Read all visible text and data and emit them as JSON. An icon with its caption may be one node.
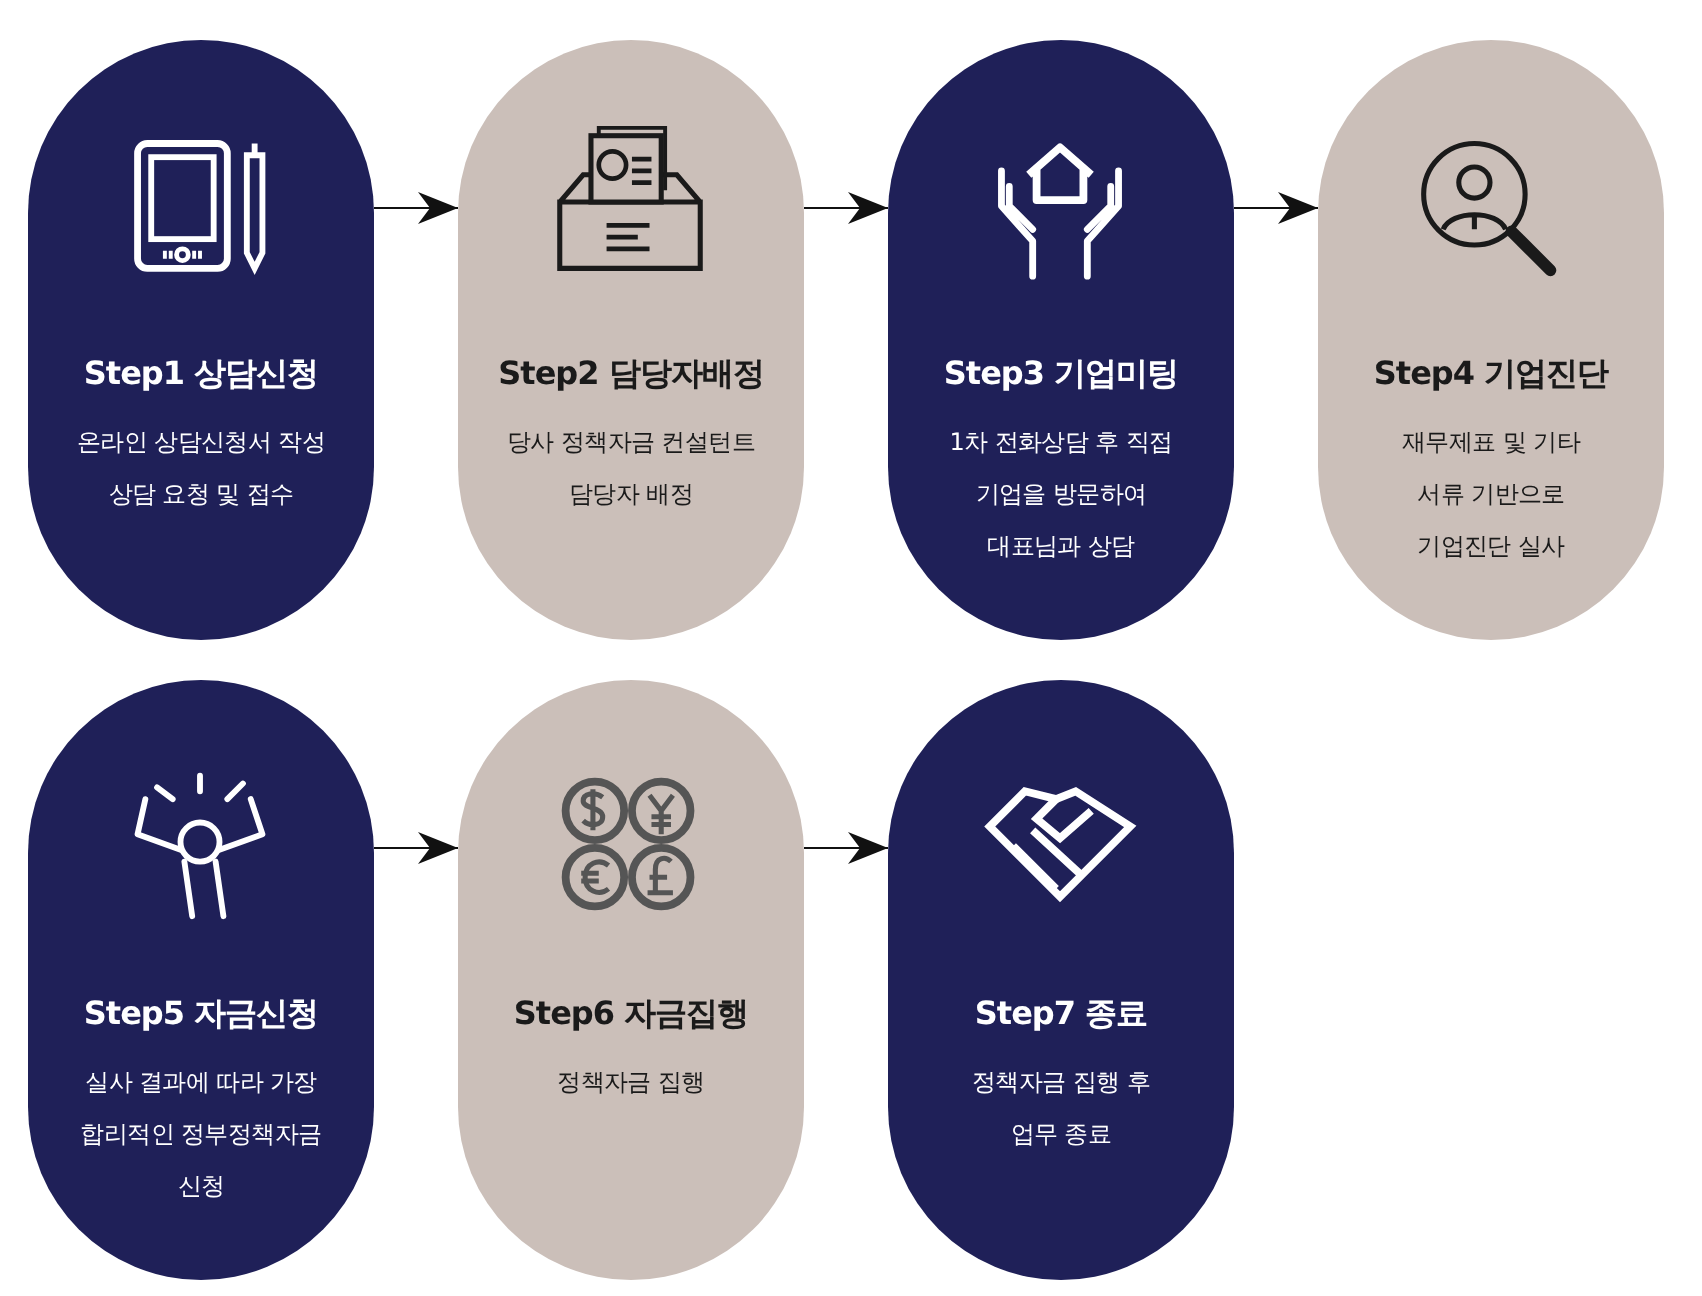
{
  "diagram": {
    "nodes": [
      {
        "text": [
          "Step1 상담신청",
          "온라인 상담신청서 작성 상담 요청 및 접수"
        ]
      },
      {
        "text": [
          "Step2 담당자배정",
          "당사 정책자금 컨설턴트 담당자 배정"
        ]
      },
      {
        "text": [
          "Step3 기업미팅",
          "1차 전화상담 후 직접 기업을 방문하여 대표님과 상담"
        ]
      },
      {
        "text": [
          "Step4 기업진단",
          "재무제표 및 기타 서류 기반으로 기업진단 실사"
        ]
      },
      {
        "text": [
          "Step5 자금신청",
          "실사 결과에 따라 가장 합리적인 정부정책자금 신청"
        ]
      },
      {
        "text": [
          "Step6 자금집행",
          "정책자금 집행"
        ]
      },
      {
        "text": [
          "Step7 종료",
          "정책자금 집행 후 업무 종료"
        ]
      }
    ],
    "edges": [
      {
        "from": 0,
        "to": 1,
        "arrow": "to"
      },
      {
        "from": 1,
        "to": 2,
        "arrow": "to"
      },
      {
        "from": 2,
        "to": 3,
        "arrow": "to"
      },
      {
        "from": 4,
        "to": 5,
        "arrow": "to"
      },
      {
        "from": 5,
        "to": 6,
        "arrow": "to"
      }
    ]
  }
}
